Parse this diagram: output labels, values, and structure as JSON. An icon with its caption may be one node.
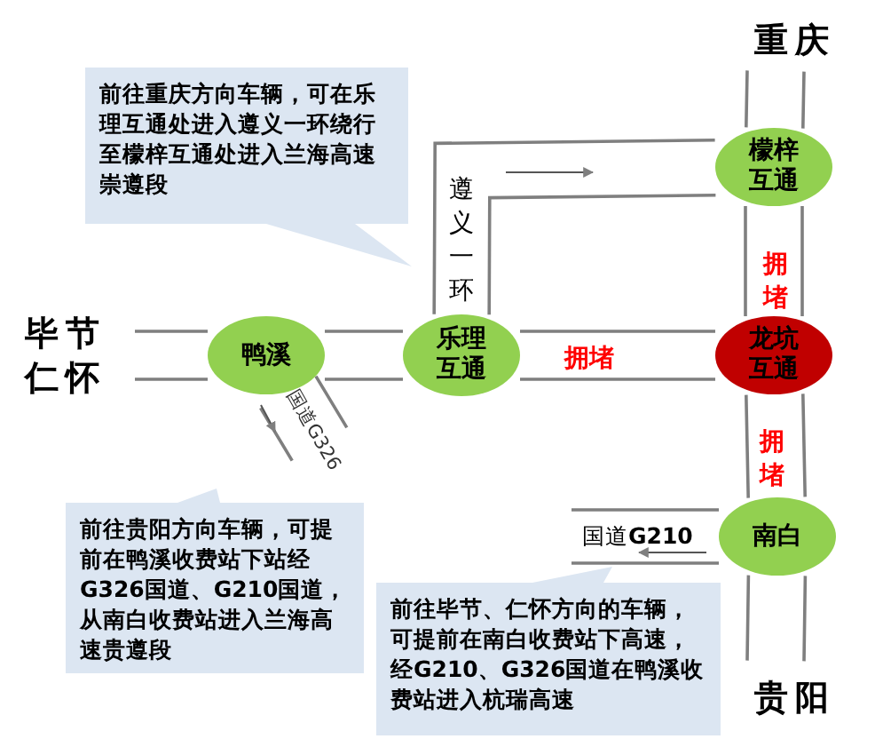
{
  "diagram": {
    "nodes": [
      {
        "text": [
          "前往重庆方向车辆，可在乐理互通处进入遵义一环绕行至檬梓互通处进入兰海高速崇遵段"
        ]
      },
      {
        "text": [
          "檬梓互通"
        ]
      },
      {
        "text": [
          "鸭溪"
        ]
      },
      {
        "text": [
          "乐理互通"
        ]
      },
      {
        "text": [
          "龙坑互通"
        ]
      },
      {
        "text": [
          "前往贵阳方向车辆，可提前在鸭溪收费站下站经G326国道、G210国道，从南白收费站进入兰海高速贵遵段"
        ]
      },
      {
        "text": [
          "南白"
        ]
      },
      {
        "text": [
          "前往毕节、仁怀方向的车辆，可提前在南白收费站下高速，经G210、G326国道在鸭溪收费站进入杭瑞高速"
        ]
      }
    ],
    "edges": [
      {
        "from": null,
        "to": 2,
        "arrow": "none"
      },
      {
        "from": 2,
        "to": 3,
        "arrow": "none"
      },
      {
        "from": 3,
        "to": 4,
        "arrow": "none",
        "label": "拥堵"
      },
      {
        "from": 3,
        "to": 1,
        "arrow": "none",
        "label": "遵义一环"
      },
      {
        "from": 1,
        "to": null,
        "arrow": "none"
      },
      {
        "from": 1,
        "to": 4,
        "arrow": "none",
        "label": "拥堵"
      },
      {
        "from": 4,
        "to": 6,
        "arrow": "none",
        "label": "拥堵"
      },
      {
        "from": 6,
        "to": null,
        "arrow": "none"
      },
      {
        "from": 2,
        "to": null,
        "arrow": "none",
        "label": "国道G326"
      },
      {
        "from": 6,
        "to": null,
        "arrow": "none",
        "label": "国道**G210**"
      }
    ],
    "labels": [
      "重庆",
      "毕节",
      "仁怀",
      "贵阳"
    ]
  }
}
